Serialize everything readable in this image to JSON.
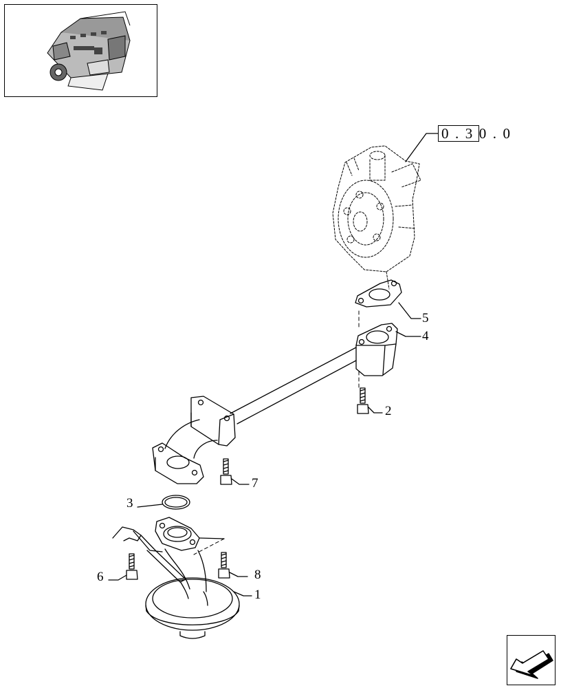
{
  "reference": {
    "code": "0.30.0"
  },
  "callouts": [
    {
      "id": "5",
      "label": "5"
    },
    {
      "id": "4",
      "label": "4"
    },
    {
      "id": "2",
      "label": "2"
    },
    {
      "id": "7",
      "label": "7"
    },
    {
      "id": "3",
      "label": "3"
    },
    {
      "id": "6",
      "label": "6"
    },
    {
      "id": "8",
      "label": "8"
    },
    {
      "id": "1",
      "label": "1"
    }
  ],
  "icons": {
    "thumbnail": "engine-thumbnail-icon",
    "nav": "next-page-arrow-icon"
  },
  "colors": {
    "line": "#000000",
    "background": "#ffffff"
  }
}
